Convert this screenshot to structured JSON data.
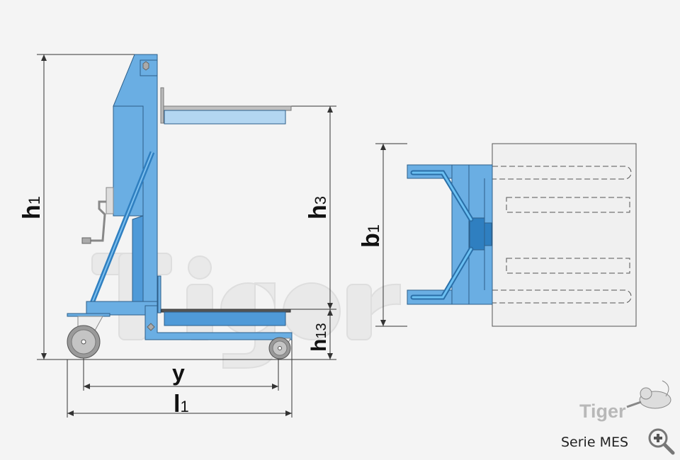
{
  "dimensions": {
    "h1": {
      "main": "h",
      "sub": "1"
    },
    "h3": {
      "main": "h",
      "sub": "3"
    },
    "h13": {
      "main": "h",
      "sub": "13"
    },
    "b1": {
      "main": "b",
      "sub": "1"
    },
    "y": {
      "main": "y"
    },
    "l1": {
      "main": "l",
      "sub": "1"
    }
  },
  "watermark": "Tiger",
  "logo": {
    "text": "Tiger"
  },
  "caption": "Serie MES",
  "colors": {
    "blue": "#6aaee3",
    "blue_dark": "#3f8fd4",
    "tube": "#4a9fe0",
    "line": "#333333"
  }
}
